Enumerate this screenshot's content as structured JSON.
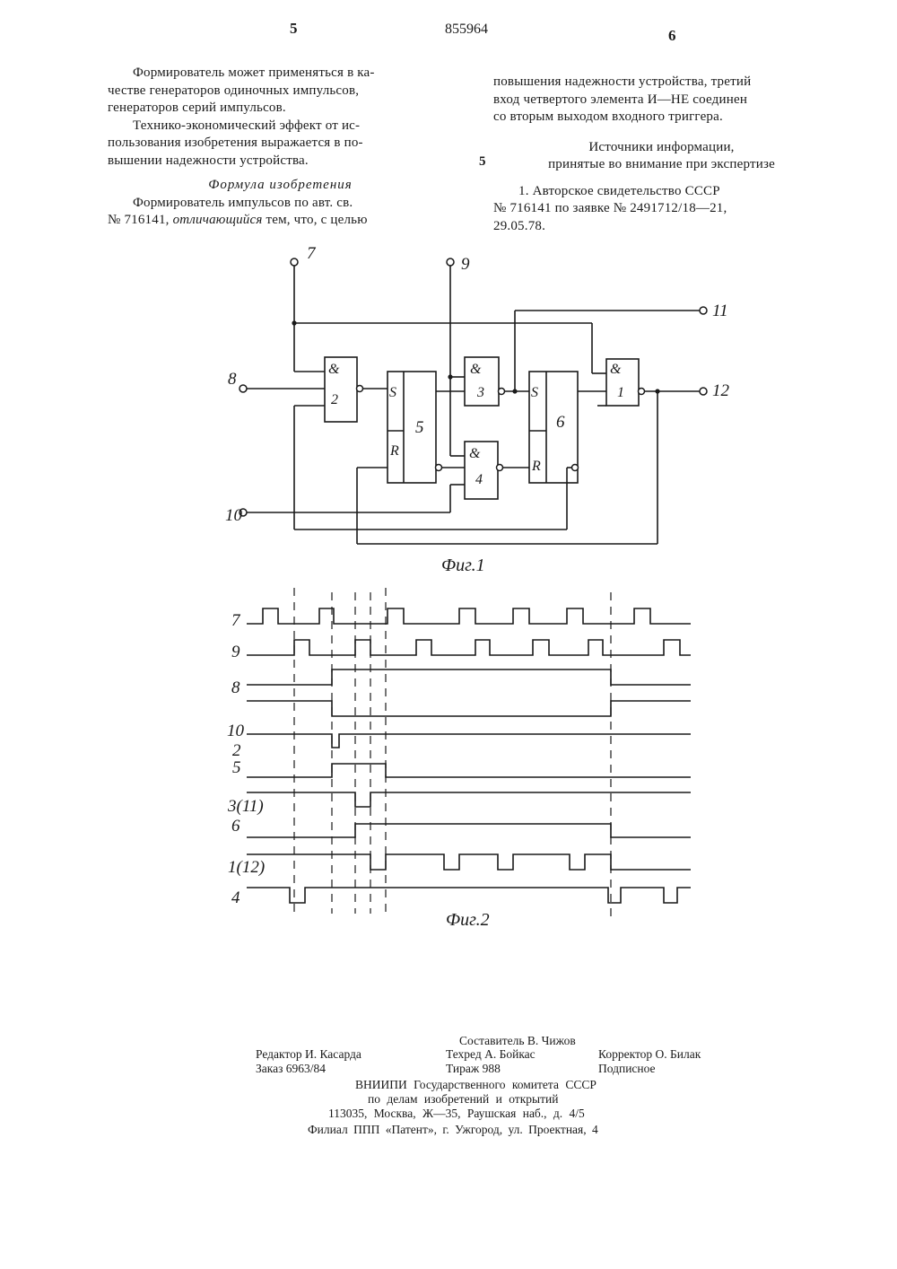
{
  "header": {
    "page_left": "5",
    "patent_number": "855964",
    "page_right": "6",
    "line_marker": "5"
  },
  "left_column": {
    "para1": [
      "Формирователь может применяться в ка-",
      "честве генераторов одиночных импульсов,",
      "генераторов серий импульсов."
    ],
    "para2": [
      "Технико-экономический эффект от ис-",
      "пользования изобретения выражается в по-",
      "вышении надежности устройства."
    ],
    "formula_heading": "Формула изобретения",
    "formula_line1": "Формирователь импульсов по авт. св.",
    "formula_line2_prefix": "№ 716141, ",
    "formula_line2_italic": "отличающийся",
    "formula_line2_suffix": " тем, что, с целью"
  },
  "right_column": {
    "lines": [
      "повышения надежности устройства, третий",
      "вход четвертого элемента И—НЕ соединен",
      "со вторым выходом входного триггера."
    ],
    "sources_heading": [
      "Источники информации,",
      "принятые во внимание при экспертизе"
    ],
    "reference": [
      "1. Авторское свидетельство СССР",
      "№ 716141 по заявке № 2491712/18—21,",
      "29.05.78."
    ]
  },
  "fig1": {
    "caption": "Фиг.1",
    "terminals": [
      "7",
      "9",
      "11",
      "8",
      "12",
      "10"
    ],
    "gate_symbol": "&",
    "gates": [
      "2",
      "3",
      "4",
      "1"
    ],
    "triggers": [
      "5",
      "6"
    ],
    "trigger_inputs": [
      "S",
      "R"
    ]
  },
  "fig2": {
    "caption": "Фиг.2",
    "signals": [
      "7",
      "9",
      "8",
      "10",
      "2",
      "5",
      "3(11)",
      "6",
      "1(12)",
      "4"
    ]
  },
  "colophon": {
    "compiler": "Составитель В. Чижов",
    "editor": "Редактор И. Касарда",
    "techred": "Техред А. Бойкас",
    "corrector": "Корректор О. Билак",
    "order": "Заказ 6963/84",
    "circulation": "Тираж 988",
    "subscription": "Подписное",
    "org_line1": "ВНИИПИ Государственного комитета СССР",
    "org_line2": "по делам изобретений и открытий",
    "org_line3": "113035, Москва, Ж—35, Раушская наб., д. 4/5",
    "branch": "Филиал ППП «Патент», г. Ужгород, ул. Проектная, 4"
  }
}
